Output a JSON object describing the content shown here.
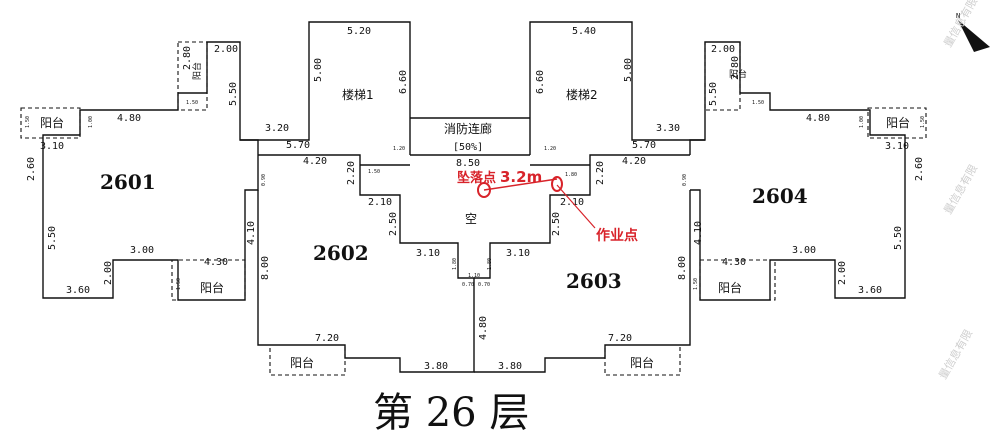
{
  "units": {
    "u2601": "2601",
    "u2602": "2602",
    "u2603": "2603",
    "u2604": "2604"
  },
  "rooms": {
    "stair1": "楼梯1",
    "stair2": "楼梯2",
    "corridor": "消防连廊",
    "corridor_pct": "[50%]",
    "void": "空",
    "balcony": "阳台",
    "balcony_tall": "阳台"
  },
  "annotations": {
    "fall_point": "坠落点",
    "fall_height": "3.2m",
    "work_point": "作业点"
  },
  "floor_title": "第 26 层",
  "watermark": "量信息有限",
  "north": "N",
  "dimensions": {
    "d5_20": "5.20",
    "d5_40": "5.40",
    "d5_00": "5.00",
    "d6_60": "6.60",
    "d2_00": "2.00",
    "d2_80": "2.80",
    "d5_50": "5.50",
    "d4_80": "4.80",
    "d3_20": "3.20",
    "d3_30": "3.30",
    "d5_70": "5.70",
    "d4_20": "4.20",
    "d8_50": "8.50",
    "d3_10": "3.10",
    "d2_60": "2.60",
    "d2_20": "2.20",
    "d2_10": "2.10",
    "d2_50": "2.50",
    "d4_10": "4.10",
    "d3_00": "3.00",
    "d4_30": "4.30",
    "d3_60": "3.60",
    "d8_00": "8.00",
    "d7_20": "7.20",
    "d3_80": "3.80",
    "d1_80": "1.80",
    "d1_50": "1.50",
    "d1_20": "1.20",
    "d1_10": "1.10",
    "d0_90": "0.90",
    "d0_70": "0.70",
    "d1_00": "1.00"
  }
}
